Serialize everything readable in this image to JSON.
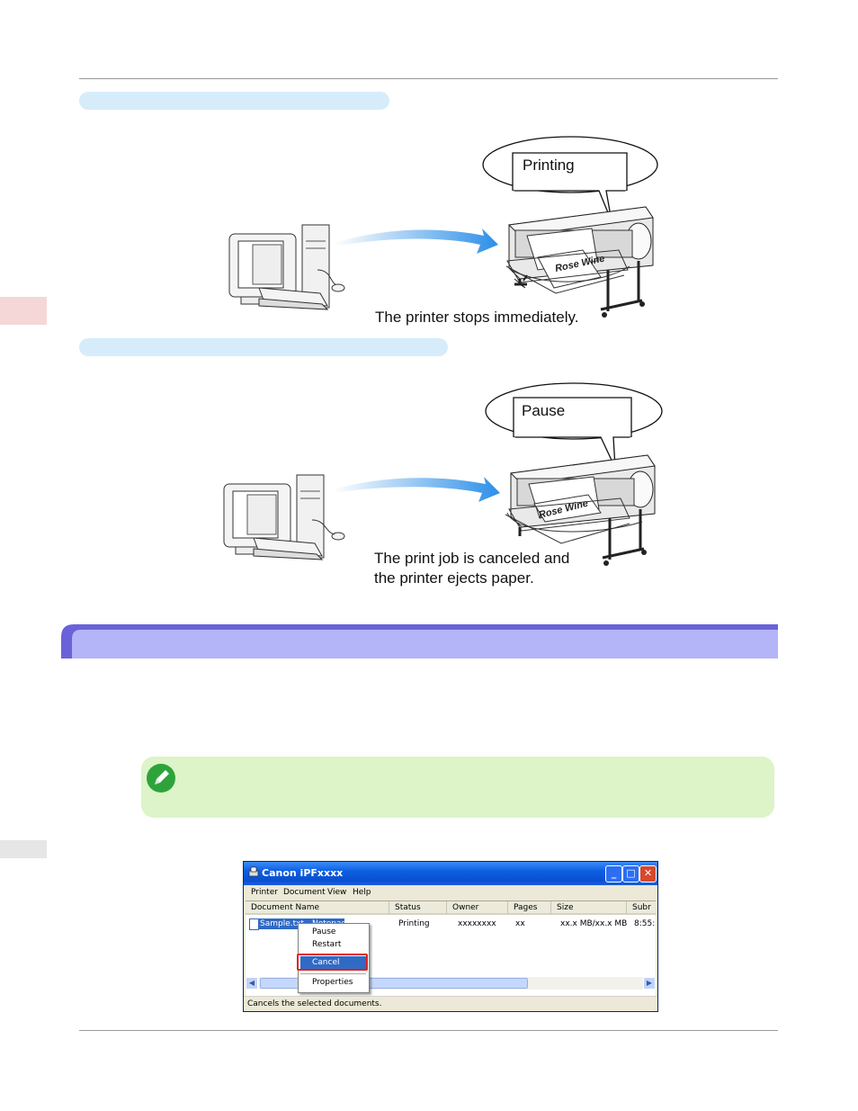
{
  "figure1": {
    "bubble_text": "Printing",
    "paper_text": "Rose Wine",
    "caption": "The printer stops immediately."
  },
  "figure2": {
    "bubble_text": "Pause",
    "paper_text": "Rose Wine",
    "caption_lines": [
      "The print job is canceled and",
      "the printer ejects paper."
    ]
  },
  "queue_window": {
    "title": "Canon iPFxxxx",
    "menu": [
      "Printer",
      "Document",
      "View",
      "Help"
    ],
    "columns": [
      "Document Name",
      "Status",
      "Owner",
      "Pages",
      "Size",
      "Subr"
    ],
    "row": {
      "document": "Sample.txt - Notepad",
      "status": "Printing",
      "owner": "xxxxxxxx",
      "pages": "xx",
      "size": "xx.x MB/xx.x MB",
      "submitted": "8:55:"
    },
    "context_menu": [
      "Pause",
      "Restart",
      "Cancel",
      "Properties"
    ],
    "status_bar": "Cancels the selected documents.",
    "colors": {
      "title_bar": "#0d5ee3",
      "selection": "#316ac5",
      "highlight_box": "#e3211c"
    }
  },
  "colors": {
    "pill": "#d7ecfa",
    "section_bar": "#b4b4f8",
    "section_bar_edge": "#6a62d8",
    "note_box": "#dcf4c8",
    "side_tab": "#f5d7d7",
    "side_tab_bottom": "#e6e6e6",
    "arrow": "#2c8fe8"
  }
}
